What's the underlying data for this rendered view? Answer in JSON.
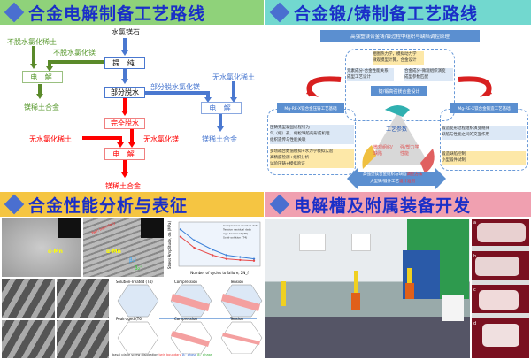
{
  "q1": {
    "title": "合金电解制备工艺路线",
    "raw": "水氯镁石",
    "purify": "提 纯",
    "partial": "部分脱水",
    "complete": "完全脱水",
    "electrolysis": "电 解",
    "green_re": "不脱水氯化稀土",
    "green_mg": "不脱水氯化镁",
    "product": "镁稀土合金",
    "blue_mg": "部分脱水氯化镁",
    "blue_re": "无水氯化稀土",
    "red_re": "无水氯化稀土",
    "red_mg": "无水氯化镁"
  },
  "q2": {
    "title": "合金锻/铸制备工艺路线",
    "top_box": "高强塑镁合金铸/锻过程中组织与缺陷调控原理",
    "center_note": [
      "相图热力学，模拟动力学",
      "微观模型计算，合金设计"
    ],
    "center_left": [
      "元素成分-合金性能关系",
      "成型工艺设计"
    ],
    "center_right": [
      "合金成分-微观组织演变",
      "成型参数匹配"
    ],
    "design": "铸/锻高强镁合金设计",
    "left_box": "Mg-RE-X镁合金压铸工艺基础",
    "left_items": [
      "压铸充型凝固过程行为",
      "气（缩）孔、缩松缺陷的形成机理",
      "组织遗传与性能关联"
    ],
    "left_note": [
      "多场耦合数值模拟+水力学模拟实验",
      "高精度检测+组织分析",
      "试验压铸+模拟验证"
    ],
    "right_box": "Mg-RE-X镁合金锻造工艺基础",
    "right_items": [
      "锻造变形过程组织演变规律",
      "缺陷与性能之间的交互作用"
    ],
    "right_note": [
      "锻造缺陷控制",
      "小型锻件试制"
    ],
    "triangle": {
      "top": "工艺参数",
      "left": "微观组织/缺陷",
      "right": "强/塑力学性能",
      "n1": "01",
      "n2": "02",
      "n3": "03"
    },
    "bottom": [
      "高强塑镁合金组织与缺陷",
      "调控方法",
      "大型铸/锻件工艺",
      "设计准则"
    ]
  },
  "q3": {
    "title": "合金性能分析与表征",
    "tem_labels": [
      "α-Mn",
      "α-Mn",
      "β₁'",
      "β₂'",
      "Twin boundary"
    ],
    "schematic": [
      "Solution-Treated (T4)",
      "Compression",
      "Tension",
      "Peak-aged (T6)",
      "Compression",
      "Tension"
    ],
    "legend": [
      "basal plane",
      "screw dislocation",
      "twin boundary",
      "β₁' phase",
      "β₂' phase"
    ],
    "chart_data": {
      "type": "scatter",
      "xlabel": "Number of cycles to failure, 2N_f",
      "ylabel": "Stress Amplitude, σa (MPa)",
      "legend": [
        "Compressive residual data",
        "Tension residual data",
        "Age-hardened (T6)",
        "Solid-solution (T4)"
      ],
      "series": [
        {
          "name": "T6",
          "color": "#3a7fd8",
          "x": [
            1,
            2,
            5,
            10,
            20,
            40
          ],
          "y": [
            180,
            150,
            125,
            110,
            105,
            100
          ]
        },
        {
          "name": "T4",
          "color": "#e84a4a",
          "x": [
            1,
            2,
            5,
            10,
            20,
            40
          ],
          "y": [
            160,
            130,
            110,
            100,
            97,
            95
          ]
        }
      ]
    }
  },
  "q4": {
    "title": "电解槽及附属装备开发",
    "sample_labels": [
      "a",
      "b",
      "c",
      "d"
    ]
  }
}
